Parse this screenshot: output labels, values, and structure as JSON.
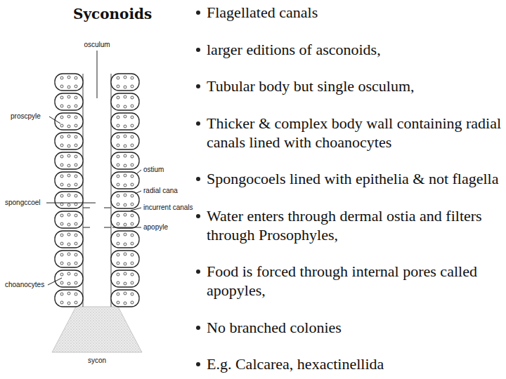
{
  "diagram": {
    "title": "Syconoids",
    "labels": [
      "osculum",
      "proscpyle",
      "ostium",
      "spongccoel",
      "radial cana",
      "incurrent canals",
      "apopyle",
      "choanocytes",
      "sycon",
      "Flagellated canals",
      "larger editions of asconoids,",
      "Tubular body but single osculum,",
      "Thicker & complex body wall containing radial canals lined with choanocytes",
      "Spongocoels lined with epithelia & not flagella",
      "Water enters through dermal ostia and filters through Prosophyles,",
      "Food is forced through internal pores called apopyles,",
      "No branched colonies",
      "E.g. Calcarea, hexactinellida"
    ]
  }
}
